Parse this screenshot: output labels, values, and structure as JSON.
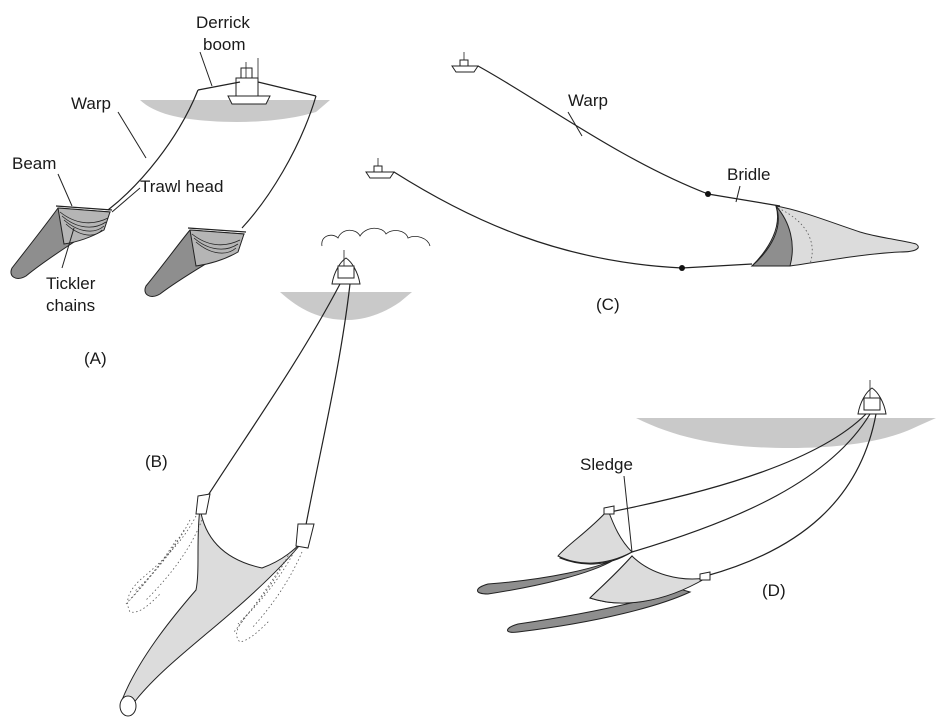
{
  "panels": {
    "a": {
      "label": "(A)",
      "derrick_boom": "Derrick\nboom",
      "derrick_line1": "Derrick",
      "derrick_line2": "boom",
      "warp": "Warp",
      "beam": "Beam",
      "trawl_head": "Trawl head",
      "tickler_line1": "Tickler",
      "tickler_line2": "chains"
    },
    "b": {
      "label": "(B)"
    },
    "c": {
      "label": "(C)",
      "warp": "Warp",
      "bridle": "Bridle"
    },
    "d": {
      "label": "(D)",
      "sledge": "Sledge"
    }
  }
}
